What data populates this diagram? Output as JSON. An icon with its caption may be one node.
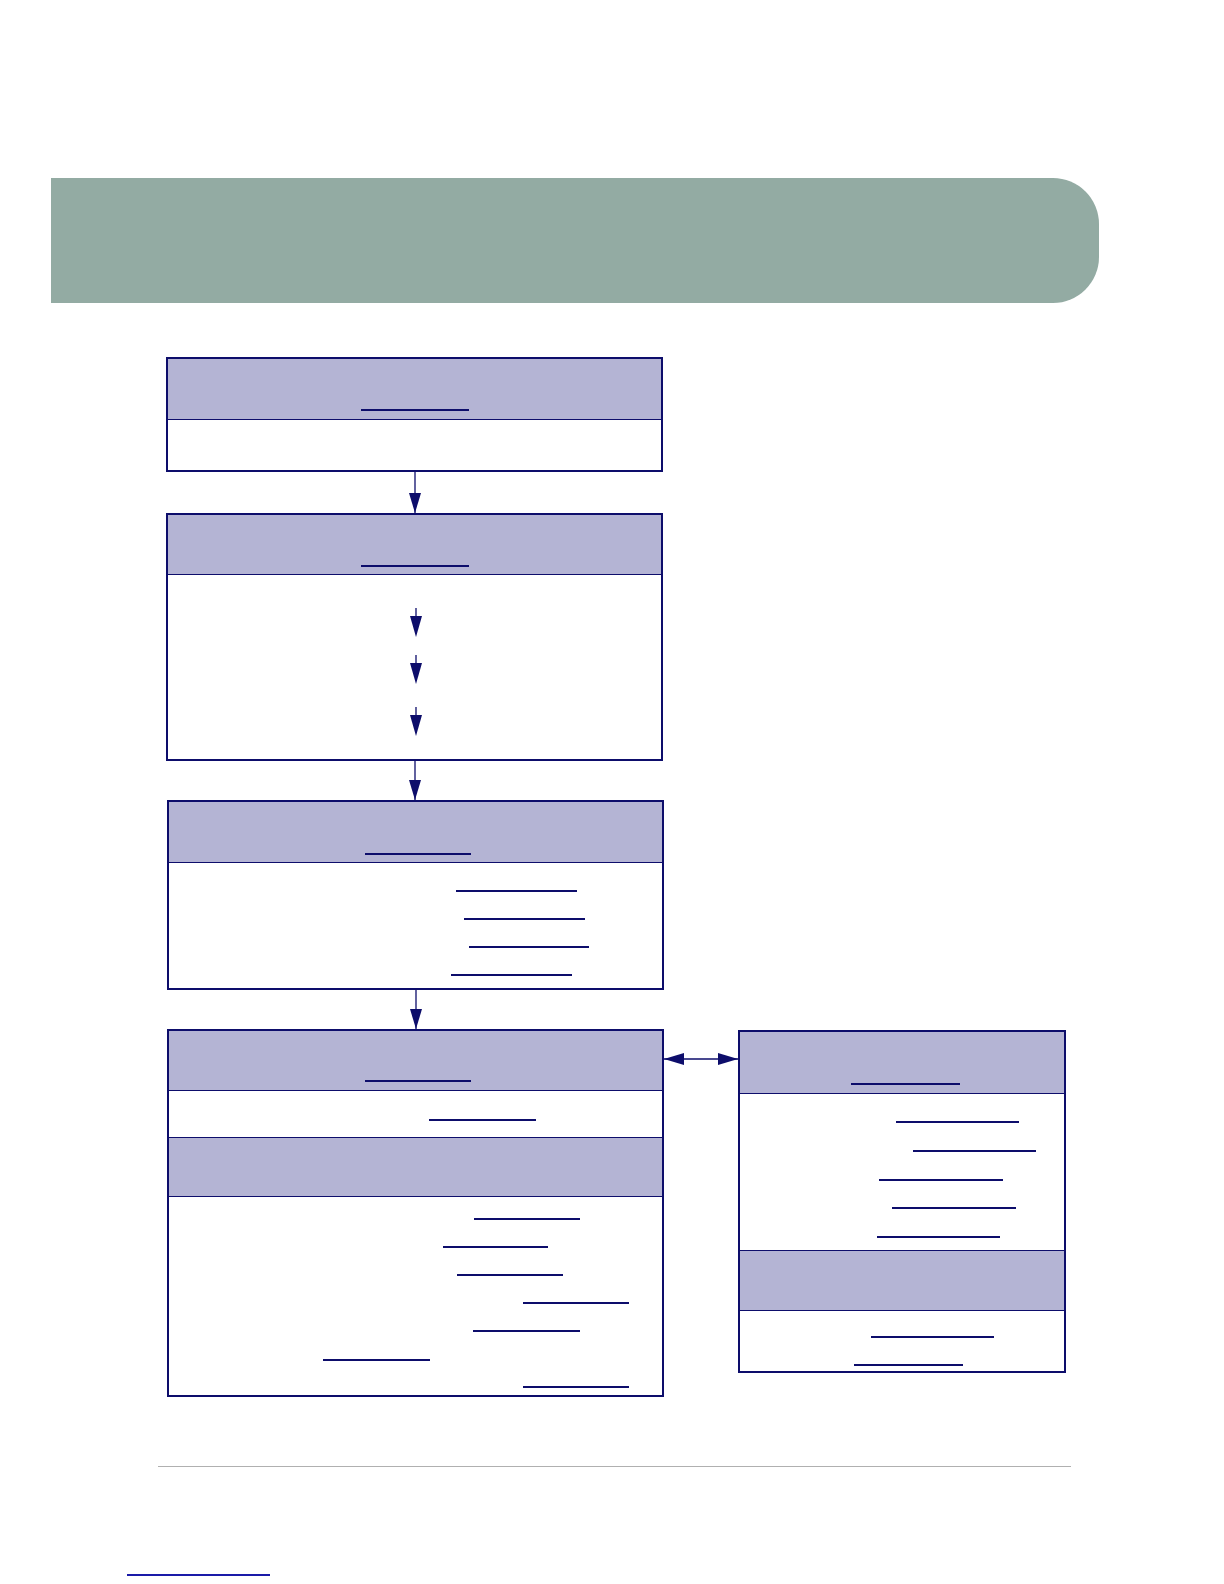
{
  "diagram": {
    "nodes": [
      {
        "text": [],
        "shape": "box"
      },
      {
        "text": [],
        "shape": "box"
      },
      {
        "text": [],
        "shape": "box"
      },
      {
        "text": [],
        "shape": "box"
      },
      {
        "text": [],
        "shape": "box"
      }
    ],
    "edges": [
      {
        "from": 0,
        "to": 1,
        "arrow": "to"
      },
      {
        "from": 1,
        "to": 2,
        "arrow": "to"
      },
      {
        "from": 2,
        "to": 3,
        "arrow": "to"
      },
      {
        "from": 3,
        "to": 4,
        "arrow": "both"
      }
    ]
  }
}
